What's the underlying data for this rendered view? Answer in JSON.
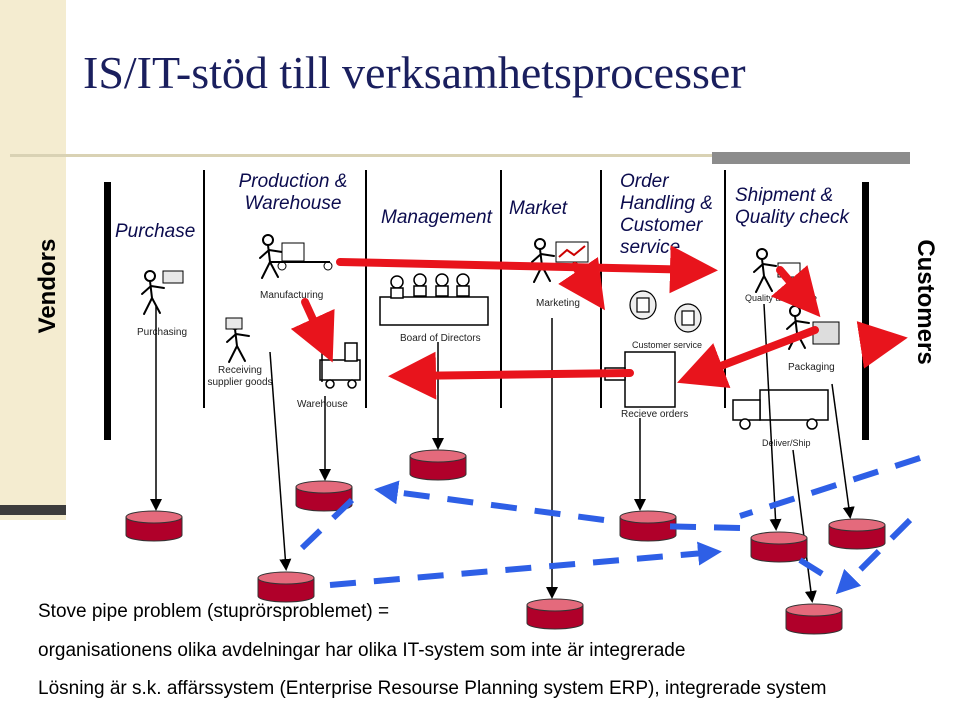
{
  "title": "IS/IT-stöd till verksamhetsprocesser",
  "side_labels": {
    "left": "Vendors",
    "right": "Customers"
  },
  "departments": [
    {
      "heading": "Purchase"
    },
    {
      "heading": "Production & Warehouse"
    },
    {
      "heading": "Management"
    },
    {
      "heading": "Market"
    },
    {
      "heading": "Order Handling & Customer service"
    },
    {
      "heading": "Shipment & Quality check"
    }
  ],
  "activities": {
    "purchasing": "Purchasing",
    "receiving": "Receiving supplier goods",
    "manufacturing": "Manufacturing",
    "warehouse": "Warehouse",
    "board": "Board of Directors",
    "marketing": "Marketing",
    "customer_service": "Customer service",
    "receive_orders": "Recieve orders",
    "quality": "Quality assurance",
    "packaging": "Packaging",
    "deliver": "Deliver/Ship"
  },
  "captions": [
    "Stove pipe problem (stuprörsproblemet) =",
    "organisationens olika avdelningar har olika IT-system som inte är integrerade",
    "Lösning är s.k. affärssystem (Enterprise Resourse Planning system ERP), integrerade system"
  ],
  "colors": {
    "title": "#1a1f5e",
    "arrow_red": "#e8141c",
    "arrow_blue": "#2e5fe6",
    "database": "#b0002a"
  }
}
